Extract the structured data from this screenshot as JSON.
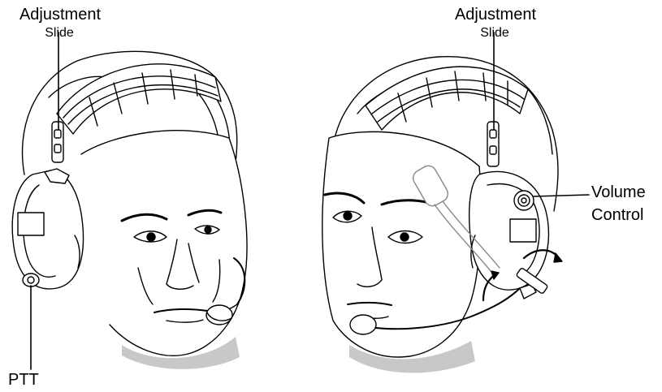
{
  "labels": {
    "left_adjust_line1": "Adjustment",
    "left_adjust_line2": "Slide",
    "right_adjust_line1": "Adjustment",
    "right_adjust_line2": "Slide",
    "volume_line1": "Volume",
    "volume_line2": "Control",
    "ptt": "PTT"
  },
  "colors": {
    "line": "#000000",
    "shade": "#c8c8c8",
    "background": "#ffffff"
  }
}
